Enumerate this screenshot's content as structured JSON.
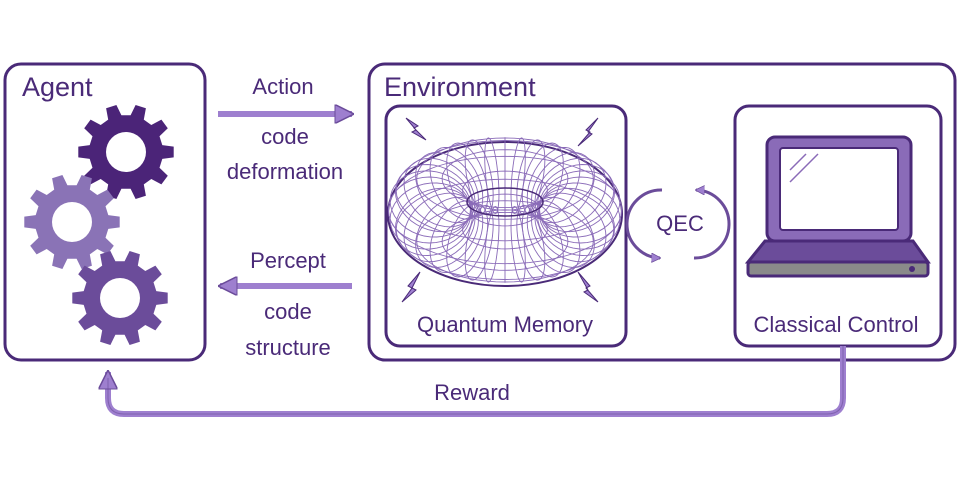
{
  "agent": {
    "title": "Agent"
  },
  "environment": {
    "title": "Environment"
  },
  "quantum_memory": {
    "label": "Quantum Memory"
  },
  "classical_control": {
    "label": "Classical Control"
  },
  "qec": {
    "label": "QEC"
  },
  "action": {
    "label": "Action",
    "detail_1": "code",
    "detail_2": "deformation"
  },
  "percept": {
    "label": "Percept",
    "detail_1": "code",
    "detail_2": "structure"
  },
  "reward": {
    "label": "Reward"
  },
  "colors": {
    "border": "#4a2a78",
    "arrow": "#9e7fcf",
    "gear_dark": "#4b2478",
    "gear_light": "#8a73b6",
    "gear_mid": "#6b4c9a",
    "laptop_screen": "#8a6bb8"
  }
}
